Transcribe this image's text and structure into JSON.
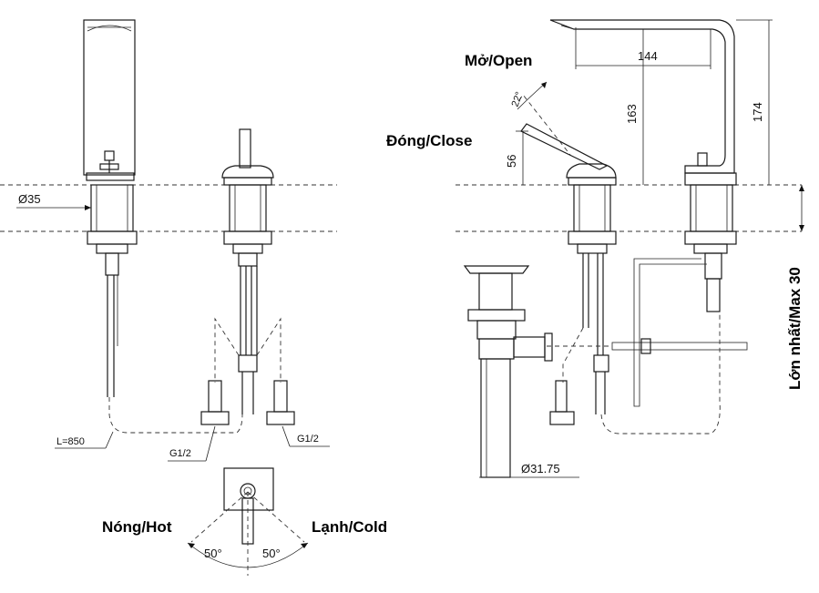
{
  "labels": {
    "open": "Mở/Open",
    "close": "Đóng/Close",
    "hot": "Nóng/Hot",
    "cold": "Lạnh/Cold",
    "max_thickness": "Lớn nhất/Max 30"
  },
  "dimensions": {
    "diameter_35": "Ø35",
    "hose_length": "L=850",
    "thread_left": "G1/2",
    "thread_right": "G1/2",
    "d_144": "144",
    "d_163": "163",
    "d_174": "174",
    "d_56": "56",
    "angle_22": "22°",
    "angle_left": "50°",
    "angle_right": "50°",
    "drain_diameter": "Ø31.75"
  }
}
